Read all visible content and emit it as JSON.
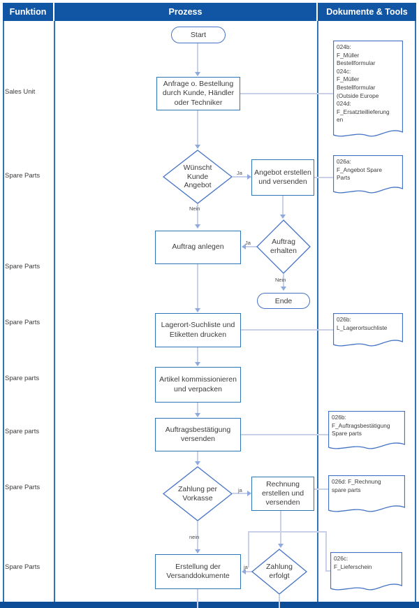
{
  "header": {
    "columns": [
      "Funktion",
      "Prozess",
      "Dokumente & Tools"
    ]
  },
  "lanes": {
    "functions": [
      "Sales Unit",
      "Spare Parts",
      "Spare Parts",
      "Spare Parts",
      "Spare parts",
      "Spare parts",
      "Spare Parts",
      "Spare Parts"
    ]
  },
  "nodes": {
    "start": "Start",
    "p1": "Anfrage o. Bestellung durch Kunde, Händler oder Techniker",
    "d1": "Wünscht Kunde Angebot",
    "p2": "Angebot erstellen und versenden",
    "p3": "Auftrag anlegen",
    "d2": "Auftrag erhalten",
    "ende": "Ende",
    "p4": "Lagerort-Suchliste und Etiketten drucken",
    "p5": "Artikel kommissionieren und verpacken",
    "p6": "Auftragsbestätigung versenden",
    "d3": "Zahlung per Vorkasse",
    "p7": "Rechnung erstellen und versenden",
    "d4": "Zahlung erfolgt",
    "p8": "Erstellung der Versanddokumente"
  },
  "edge_labels": {
    "ja1": "Ja",
    "nein1": "Nein",
    "ja2": "Ja",
    "nein2": "Nein",
    "ja3": "ja",
    "nein3": "nein",
    "ja4": "ja"
  },
  "documents": {
    "doc1": "024b:\nF_Müller\nBestellformular\n024c:\nF_Müller\nBestellformular\n(Outside Europe\n024d:\nF_Ersatzteillieferung\nen",
    "doc2": "026a:\nF_Angebot Spare\nParts",
    "doc3": "026b:\nL_Lagerortsuchliste",
    "doc4": "026b:\nF_Auftragsbestätigung\nSpare parts",
    "doc5": "026d: F_Rechnung\nspare parts",
    "doc6": "026c:\nF_Lieferschein"
  },
  "colors": {
    "header_bar": "#1156A5",
    "footer_bar": "#0D4C96",
    "lane_border": "#2E75B5",
    "process_border": "#2E75B5",
    "decision_border": "#4472C4",
    "document_border": "#4472C4",
    "connector": "#C9D1EA",
    "arrowhead": "#8EA9DB",
    "text": "#3B3B3B"
  }
}
